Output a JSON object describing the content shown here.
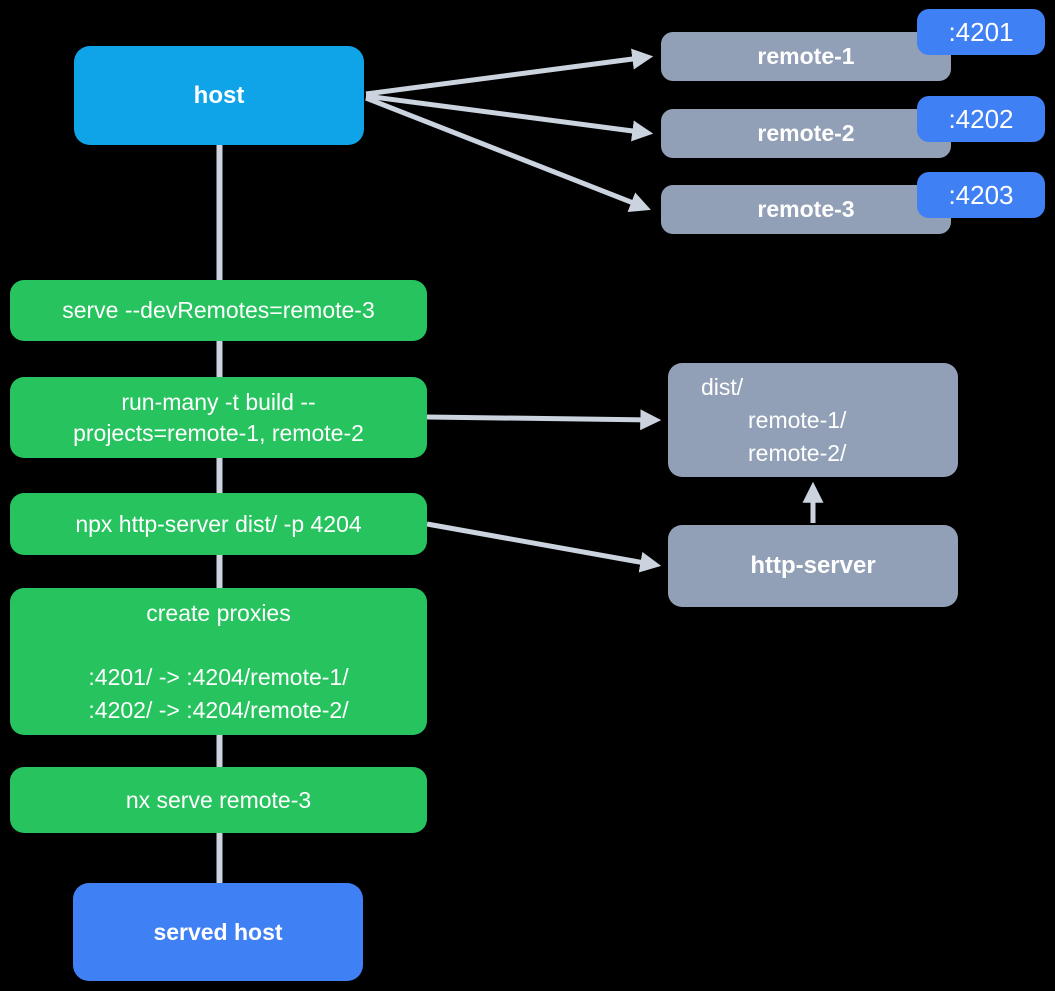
{
  "colors": {
    "background": "#000000",
    "host": "#0FA4E8",
    "green": "#26C35F",
    "gray": "#91A0B6",
    "blue": "#4080F5",
    "line": "#CBD3DF",
    "text": "#FFFFFF"
  },
  "host": {
    "label": "host"
  },
  "remotes": [
    {
      "label": "remote-1",
      "port": ":4201"
    },
    {
      "label": "remote-2",
      "port": ":4202"
    },
    {
      "label": "remote-3",
      "port": ":4203"
    }
  ],
  "commands": {
    "serve": {
      "text": "serve --devRemotes=remote-3"
    },
    "build": {
      "line1": "run-many -t build --",
      "line2": "projects=remote-1, remote-2"
    },
    "http": {
      "text": "npx http-server dist/ -p 4204"
    },
    "proxies": {
      "title": "create proxies",
      "proxy1": ":4201/ -> :4204/remote-1/",
      "proxy2": ":4202/ -> :4204/remote-2/"
    },
    "nx_serve": {
      "text": "nx serve remote-3"
    }
  },
  "dist": {
    "line1": "dist/",
    "line2": "remote-1/",
    "line3": "remote-2/"
  },
  "http_server": {
    "label": "http-server"
  },
  "served_host": {
    "label": "served host"
  }
}
